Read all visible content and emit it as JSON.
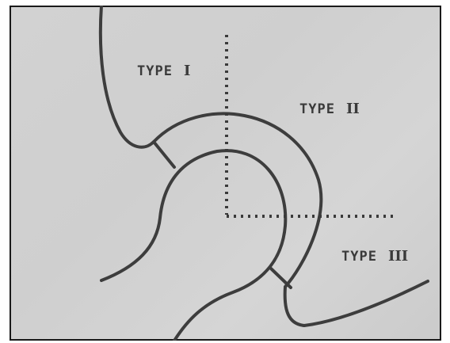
{
  "labels": {
    "type1": {
      "prefix": "TYPE",
      "numeral": "I"
    },
    "type2": {
      "prefix": "TYPE",
      "numeral": "II"
    },
    "type3": {
      "prefix": "TYPE",
      "numeral": "III"
    }
  },
  "colors": {
    "line": "#3d3d3d",
    "text": "#3a3a3a",
    "background": "#d0d0d0"
  }
}
